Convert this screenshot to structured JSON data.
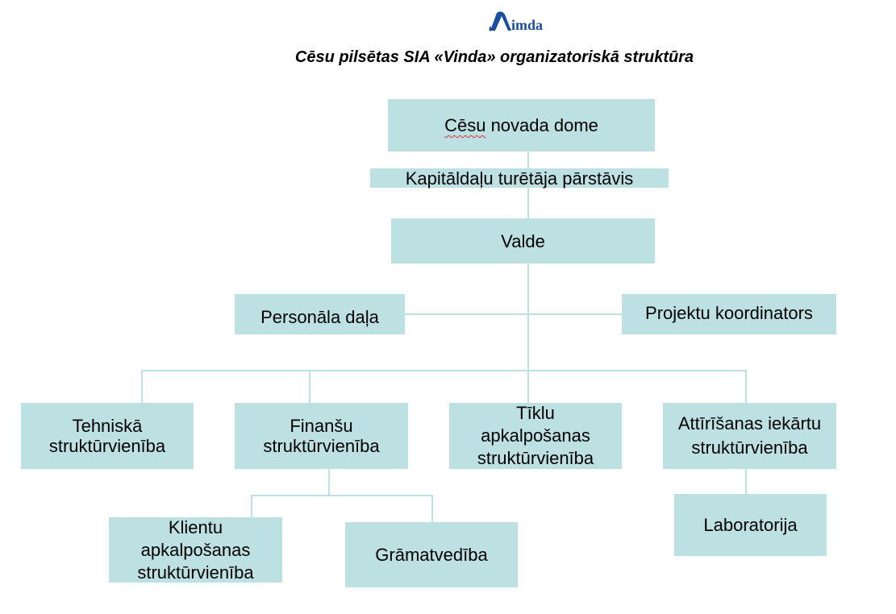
{
  "logo": {
    "text": "Vimda"
  },
  "title": "Cēsu pilsētas SIA «Vinda» organizatoriskā struktūra",
  "nodes": {
    "dome_word1": "Cēsu",
    "dome_rest": " novada dome",
    "kapitaldalu": "Kapitāldaļu turētāja pārstāvis",
    "valde": "Valde",
    "personala": "Personāla daļa",
    "projektu": "Projektu koordinators",
    "tehniska": "Tehniskā struktūrvienība",
    "finansu": "Finanšu struktūrvienība",
    "tiklu": "Tīklu apkalpošanas struktūrvienība",
    "attirisanas": "Attīrīšanas iekārtu struktūrvienība",
    "klientu": "Klientu apkalpošanas struktūrvienība",
    "gramatvediba": "Grāmatvedība",
    "laboratorija": "Laboratorija"
  },
  "colors": {
    "box": "#bde0e3",
    "logo": "#1a4fa0"
  }
}
